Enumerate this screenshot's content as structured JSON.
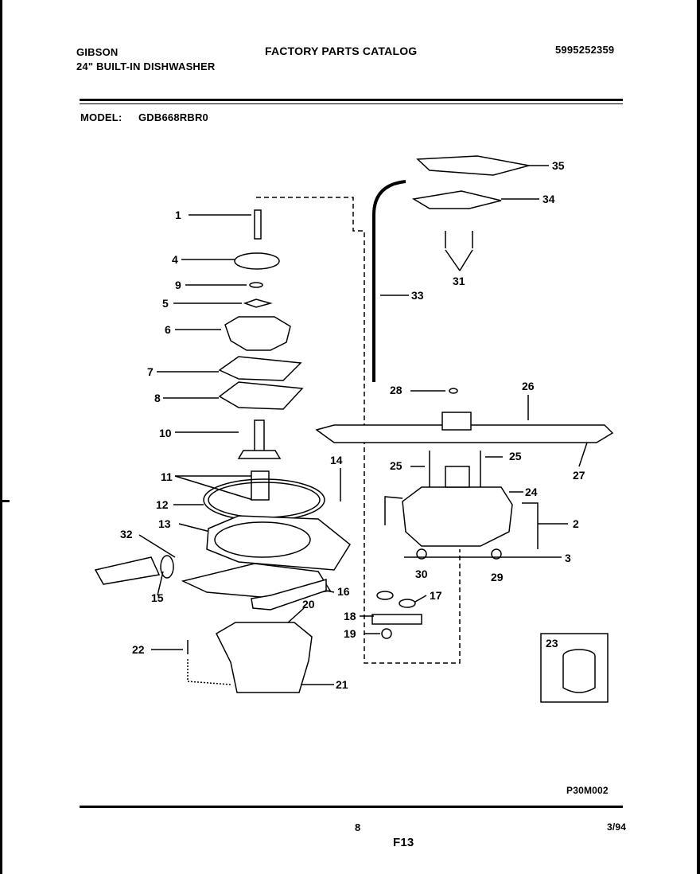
{
  "header": {
    "brand": "GIBSON",
    "product": "24\" BUILT-IN DISHWASHER",
    "title": "FACTORY PARTS CATALOG",
    "catalog_number": "5995252359"
  },
  "model": {
    "label": "MODEL:",
    "value": "GDB668RBR0"
  },
  "parts": {
    "p1": "1",
    "p2": "2",
    "p3": "3",
    "p4": "4",
    "p5": "5",
    "p6": "6",
    "p7": "7",
    "p8": "8",
    "p9": "9",
    "p10": "10",
    "p11": "11",
    "p12": "12",
    "p13": "13",
    "p14": "14",
    "p15": "15",
    "p16": "16",
    "p17": "17",
    "p18": "18",
    "p19": "19",
    "p20": "20",
    "p21": "21",
    "p22": "22",
    "p23": "23",
    "p24": "24",
    "p25a": "25",
    "p25b": "25",
    "p26": "26",
    "p27": "27",
    "p28": "28",
    "p29": "29",
    "p30": "30",
    "p31": "31",
    "p32": "32",
    "p33": "33",
    "p34": "34",
    "p35": "35"
  },
  "footer": {
    "figure_code": "P30M002",
    "page": "8",
    "figure_id": "F13",
    "date": "3/94"
  }
}
